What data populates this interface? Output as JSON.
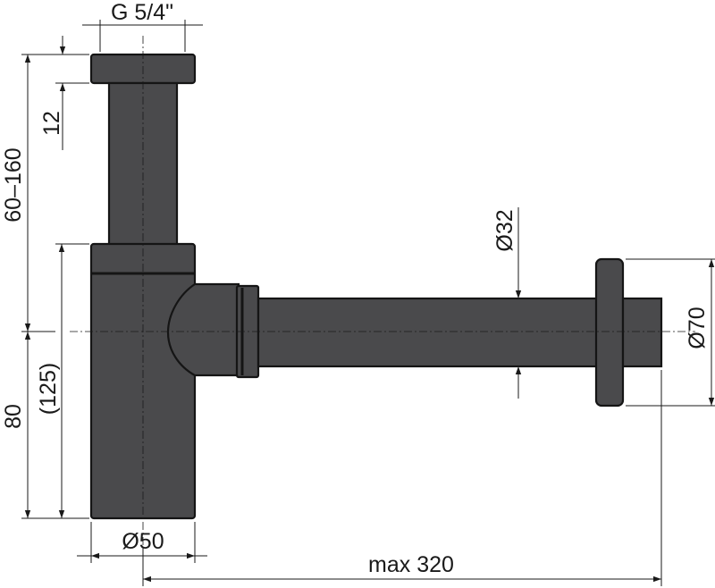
{
  "diagram": {
    "labels": {
      "thread": "G 5/4\"",
      "cap_height": "12",
      "adjust_height": "60–160",
      "height_outer": "80",
      "height_inner": "(125)",
      "body_diameter": "Ø50",
      "pipe_diameter": "Ø32",
      "rosette_diameter": "Ø70",
      "max_length": "max 320"
    },
    "colors": {
      "body": "#4a4a4c",
      "outline": "#151515",
      "dimension": "#1a1a1a"
    }
  }
}
